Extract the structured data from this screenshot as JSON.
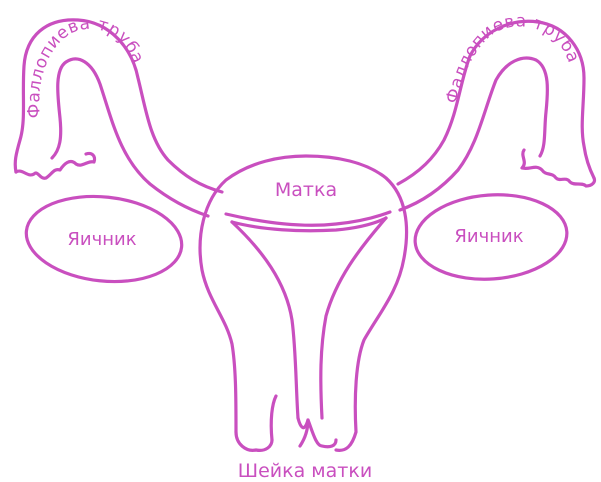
{
  "colors": {
    "ink": "#c94fbf",
    "background": "#ffffff"
  },
  "labels": {
    "uterus": "Матка",
    "ovary_left": "Яичник",
    "ovary_right": "Яичник",
    "tube_left": "Фаллопиева труба",
    "tube_right": "Фаллопиева труба",
    "cervix": "Шейка матки"
  }
}
